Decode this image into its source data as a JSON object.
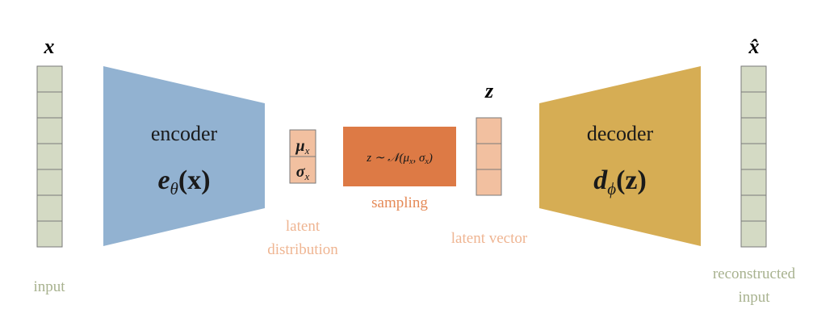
{
  "input": {
    "symbol": "x",
    "caption": "input",
    "cells": 7
  },
  "encoder": {
    "title": "encoder",
    "func": "e",
    "sub": "θ",
    "arg": "(x)"
  },
  "latent_distribution": {
    "mu": "μ",
    "mu_sub": "x",
    "sigma": "σ",
    "sigma_sub": "x",
    "caption_line1": "latent",
    "caption_line2": "distribution"
  },
  "sampling": {
    "formula": "z ∼ 𝒩(μ",
    "formula_sub1": "x",
    "formula_mid": ", σ",
    "formula_sub2": "x",
    "formula_end": ")",
    "caption": "sampling"
  },
  "latent_vector": {
    "symbol": "z",
    "caption": "latent vector",
    "cells": 3
  },
  "decoder": {
    "title": "decoder",
    "func": "d",
    "sub": "ϕ",
    "arg": "(z)"
  },
  "output": {
    "symbol": "x̂",
    "caption_line1": "reconstructed",
    "caption_line2": "input",
    "cells": 7
  },
  "colors": {
    "encoder": "#92b2d1",
    "decoder": "#d6ad54",
    "sampling": "#dd7a45",
    "latent": "#f2c0a0",
    "latent_text": "#efb592",
    "sampling_text": "#e58a57",
    "vector_cell": "#d4dac4",
    "vector_text": "#a8b28f"
  }
}
